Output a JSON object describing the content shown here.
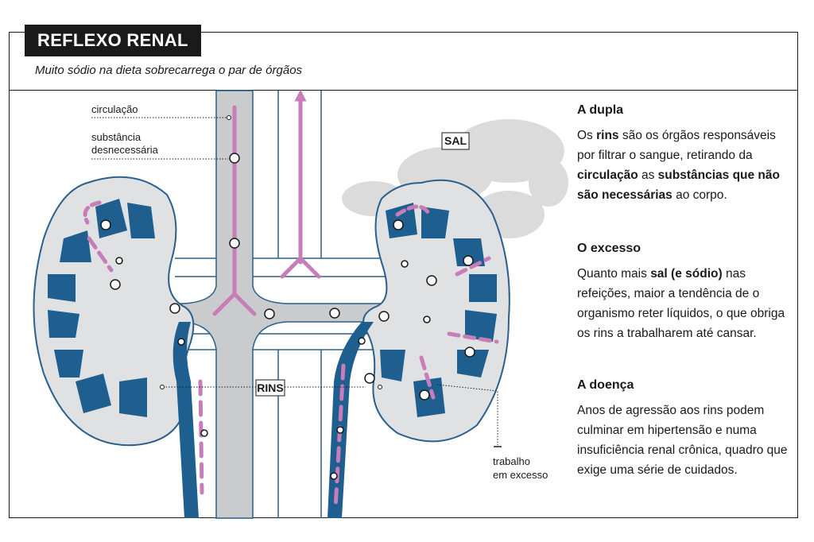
{
  "header": {
    "title": "REFLEXO RENAL",
    "subtitle": "Muito sódio na dieta sobrecarrega o par de órgãos"
  },
  "labels": {
    "circulation": "circulação",
    "substance_line1": "substância",
    "substance_line2": "desnecessária",
    "salt": "SAL",
    "kidneys": "RINS",
    "overwork_line1": "trabalho",
    "overwork_line2": "em excesso"
  },
  "sections": [
    {
      "heading": "A dupla",
      "parts": [
        {
          "t": "Os ",
          "b": false
        },
        {
          "t": "rins",
          "b": true
        },
        {
          "t": " são os órgãos responsáveis por filtrar o sangue, retirando da ",
          "b": false
        },
        {
          "t": "circulação",
          "b": true
        },
        {
          "t": " as ",
          "b": false
        },
        {
          "t": "substâncias que não são necessárias",
          "b": true
        },
        {
          "t": " ao corpo.",
          "b": false
        }
      ]
    },
    {
      "heading": "O excesso",
      "parts": [
        {
          "t": "Quanto mais ",
          "b": false
        },
        {
          "t": "sal",
          "b": true
        },
        {
          "t": " (e sódio)",
          "b": true
        },
        {
          "t": " nas refeições, maior a tendência de o organismo reter líquidos, o que obriga os rins a trabalharem até cansar.",
          "b": false
        }
      ]
    },
    {
      "heading": "A doença",
      "parts": [
        {
          "t": "Anos de agressão aos rins podem culminar em hipertensão e numa insuficiência renal crônica, quadro que exige uma série de cuidados.",
          "b": false
        }
      ]
    }
  ],
  "colors": {
    "kidney_blue": "#1f5f8f",
    "vessel_gray": "#c9cbcd",
    "flow_pink": "#c77db8",
    "outline_blue": "#2b5f8c"
  }
}
